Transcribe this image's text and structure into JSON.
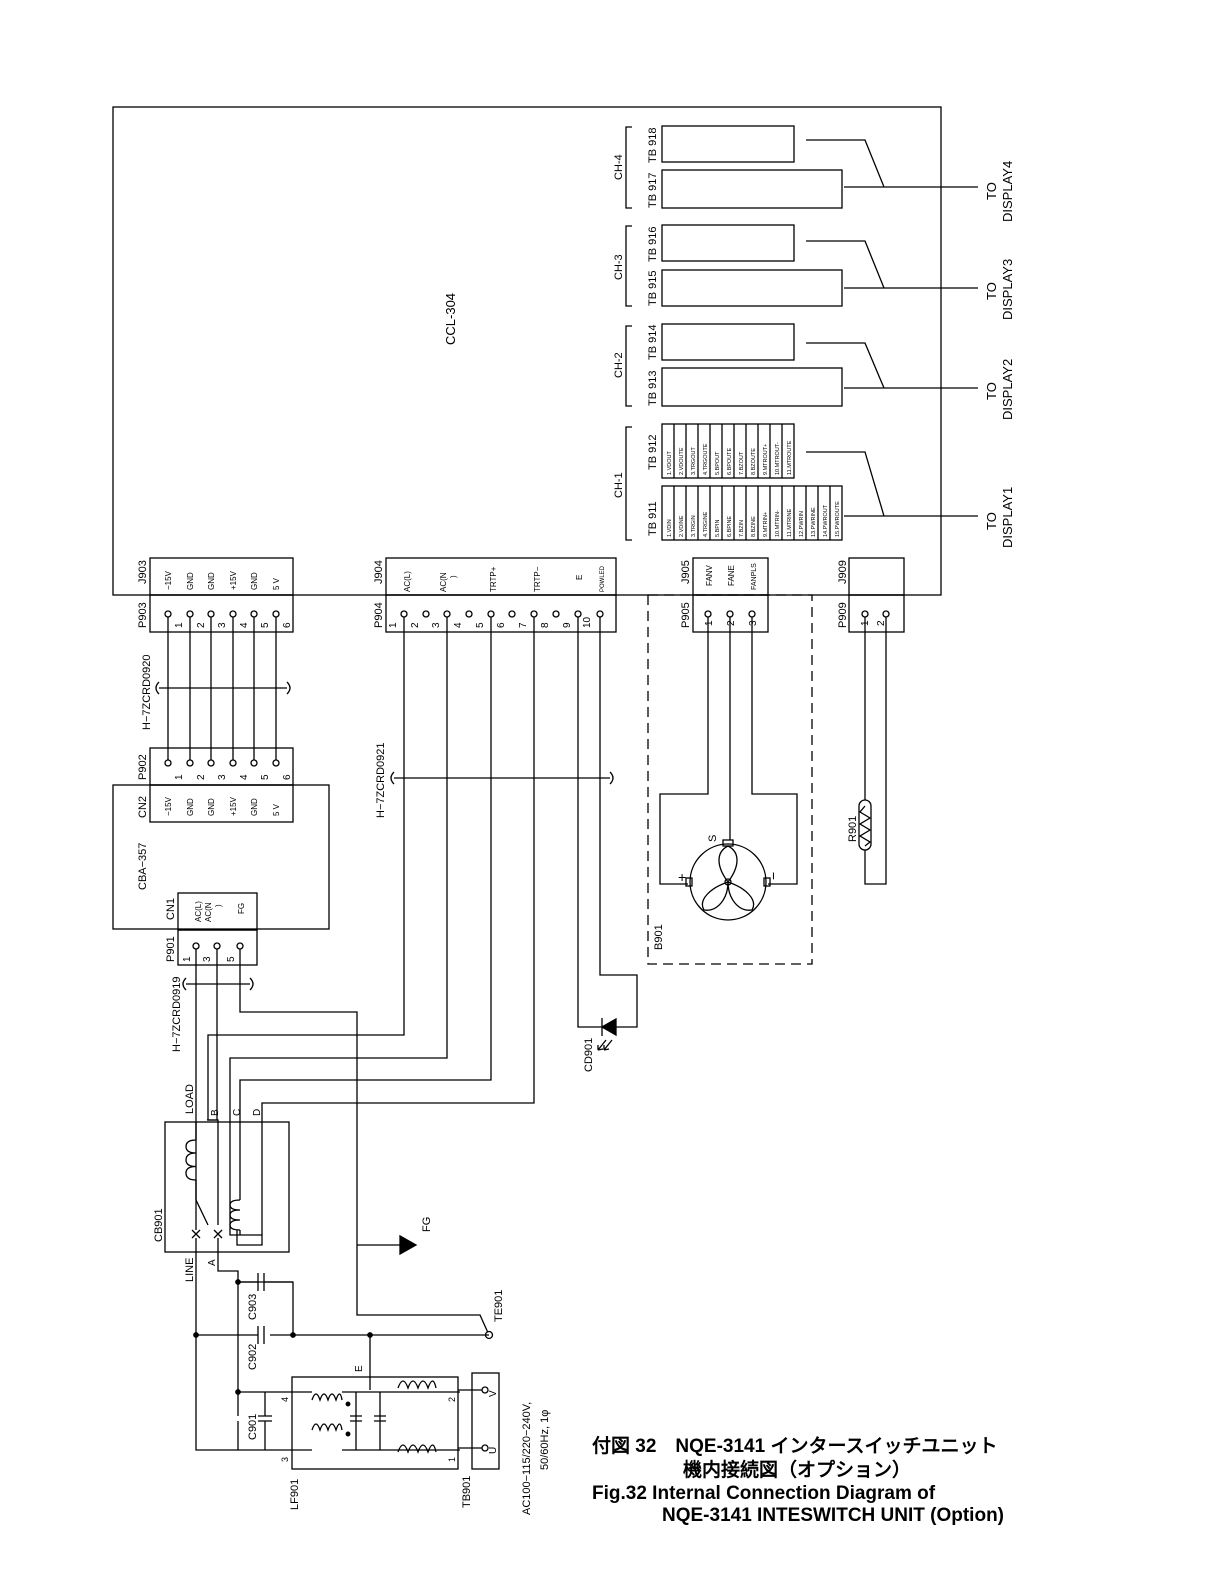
{
  "main_board": "CCL-304",
  "channels": [
    {
      "label": "CH-1",
      "tb_a": "TB 911",
      "tb_b": "TB 912",
      "dest": [
        "TO",
        "DISPLAY1"
      ]
    },
    {
      "label": "CH-2",
      "tb_a": "TB 913",
      "tb_b": "TB 914",
      "dest": [
        "TO",
        "DISPLAY2"
      ]
    },
    {
      "label": "CH-3",
      "tb_a": "TB 915",
      "tb_b": "TB 916",
      "dest": [
        "TO",
        "DISPLAY3"
      ]
    },
    {
      "label": "CH-4",
      "tb_a": "TB 917",
      "tb_b": "TB 918",
      "dest": [
        "TO",
        "DISPLAY4"
      ]
    }
  ],
  "tb911_pins": [
    "1.VDIN",
    "2.VDINE",
    "3.TRGIN",
    "4.TRGINE",
    "5.BPIN",
    "6.BPINE",
    "7.BZIN",
    "8.BZINE",
    "9.MTRIN+",
    "10.MTRIN-",
    "11.MTRINE",
    "12.PWRIN",
    "13.PWRINE",
    "14.PWROUT",
    "15.PWROUTE"
  ],
  "tb912_pins": [
    "1.VDOUT",
    "2.VDOUTE",
    "3.TRGOUT",
    "4.TRGOUTE",
    "5.BPOUT",
    "6.BPOUTE",
    "7.BZOUT",
    "8.BZOUTE",
    "9.MTROUT+",
    "10.MTROUT-",
    "11.MTROUTE"
  ],
  "j903": {
    "label": "J903",
    "pins": [
      "−15V",
      "GND",
      "GND",
      "+15V",
      "GND",
      "5 V"
    ]
  },
  "p903": {
    "label": "P903",
    "nums": [
      "1",
      "2",
      "3",
      "4",
      "5",
      "6"
    ]
  },
  "cable1": "H−7ZCRD0920",
  "p902": {
    "label": "P902",
    "nums": [
      "1",
      "2",
      "3",
      "4",
      "5",
      "6"
    ]
  },
  "cn2": {
    "label": "CN2",
    "pins": [
      "−15V",
      "GND",
      "GND",
      "+15V",
      "GND",
      "5 V"
    ]
  },
  "cba": "CBA−357",
  "cn1": {
    "label": "CN1",
    "pins": [
      "AC(L)",
      "AC(N",
      ")",
      "FG"
    ]
  },
  "p901": {
    "label": "P901",
    "nums": [
      "1",
      "3",
      "5"
    ]
  },
  "cable0": "H−7ZCRD0919",
  "j904": {
    "label": "J904",
    "pins": [
      "AC(L)",
      "AC(N",
      ")",
      "TRTP+",
      "TRTP−",
      "E",
      "POWLED"
    ]
  },
  "p904": {
    "label": "P904",
    "nums": [
      "1",
      "2",
      "3",
      "4",
      "5",
      "6",
      "7",
      "8",
      "9",
      "10"
    ]
  },
  "cable2": "H−7ZCRD0921",
  "j905": {
    "label": "J905",
    "pins": [
      "FANV",
      "FANE",
      "FANPLS"
    ]
  },
  "p905": {
    "label": "P905",
    "nums": [
      "1",
      "2",
      "3"
    ]
  },
  "j909": {
    "label": "J909"
  },
  "p909": {
    "label": "P909",
    "nums": [
      "1",
      "2"
    ]
  },
  "fan": {
    "label": "B901",
    "s": "S",
    "plus": "+",
    "minus": "−"
  },
  "r901": "R901",
  "cd901": "CD901",
  "cb901": {
    "label": "CB901",
    "load": "LOAD",
    "line": "LINE",
    "a": "A",
    "b": "B",
    "c": "C",
    "d": "D"
  },
  "fg": "FG",
  "te901": "TE901",
  "c901": "C901",
  "c902": "C902",
  "c903": "C903",
  "lf901": {
    "label": "LF901",
    "n1": "1",
    "n2": "2",
    "n3": "3",
    "n4": "4",
    "e": "E"
  },
  "tb901": {
    "label": "TB901",
    "u": "U",
    "v": "V"
  },
  "supply": [
    "AC100−115/220−240V,",
    "50/60Hz, 1φ"
  ],
  "caption": {
    "jp1": "付図 32　NQE-3141 インタースイッチユニット",
    "jp2": "機内接続図（オプション）",
    "en1": "Fig.32 Internal Connection Diagram of",
    "en2": "NQE-3141 INTESWITCH UNIT (Option)"
  }
}
